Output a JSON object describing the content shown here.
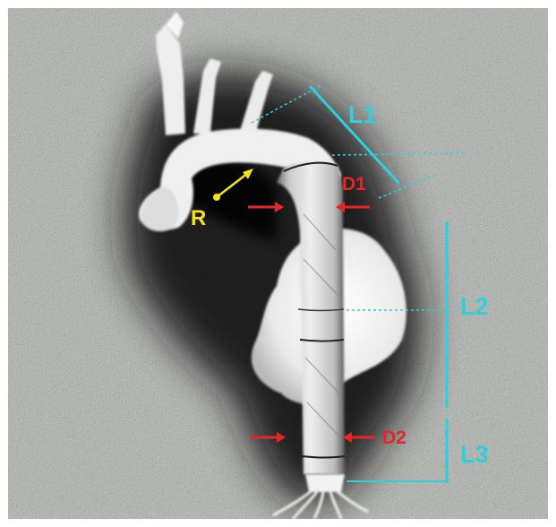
{
  "figure": {
    "subject": "aortic-arch-with-stent-graft",
    "labels": {
      "radius": "R",
      "diameter_proximal": "D1",
      "diameter_distal": "D2",
      "length_1": "L1",
      "length_2": "L2",
      "length_3": "L3"
    },
    "colors": {
      "background": "#8f938e",
      "vessel": "#f2f2f2",
      "shadow": "#1a1a1a",
      "length_markers": "#2fd0dc",
      "diameter_markers": "#e4262a",
      "radius_marker": "#f4e416"
    }
  }
}
